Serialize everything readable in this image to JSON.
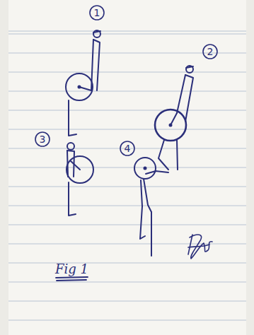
{
  "diagram": {
    "caption": "Fig 1",
    "nodes": [
      {
        "text": [
          "1"
        ]
      },
      {
        "text": [
          "2"
        ]
      },
      {
        "text": [
          "3"
        ]
      },
      {
        "text": [
          "4"
        ]
      }
    ]
  }
}
